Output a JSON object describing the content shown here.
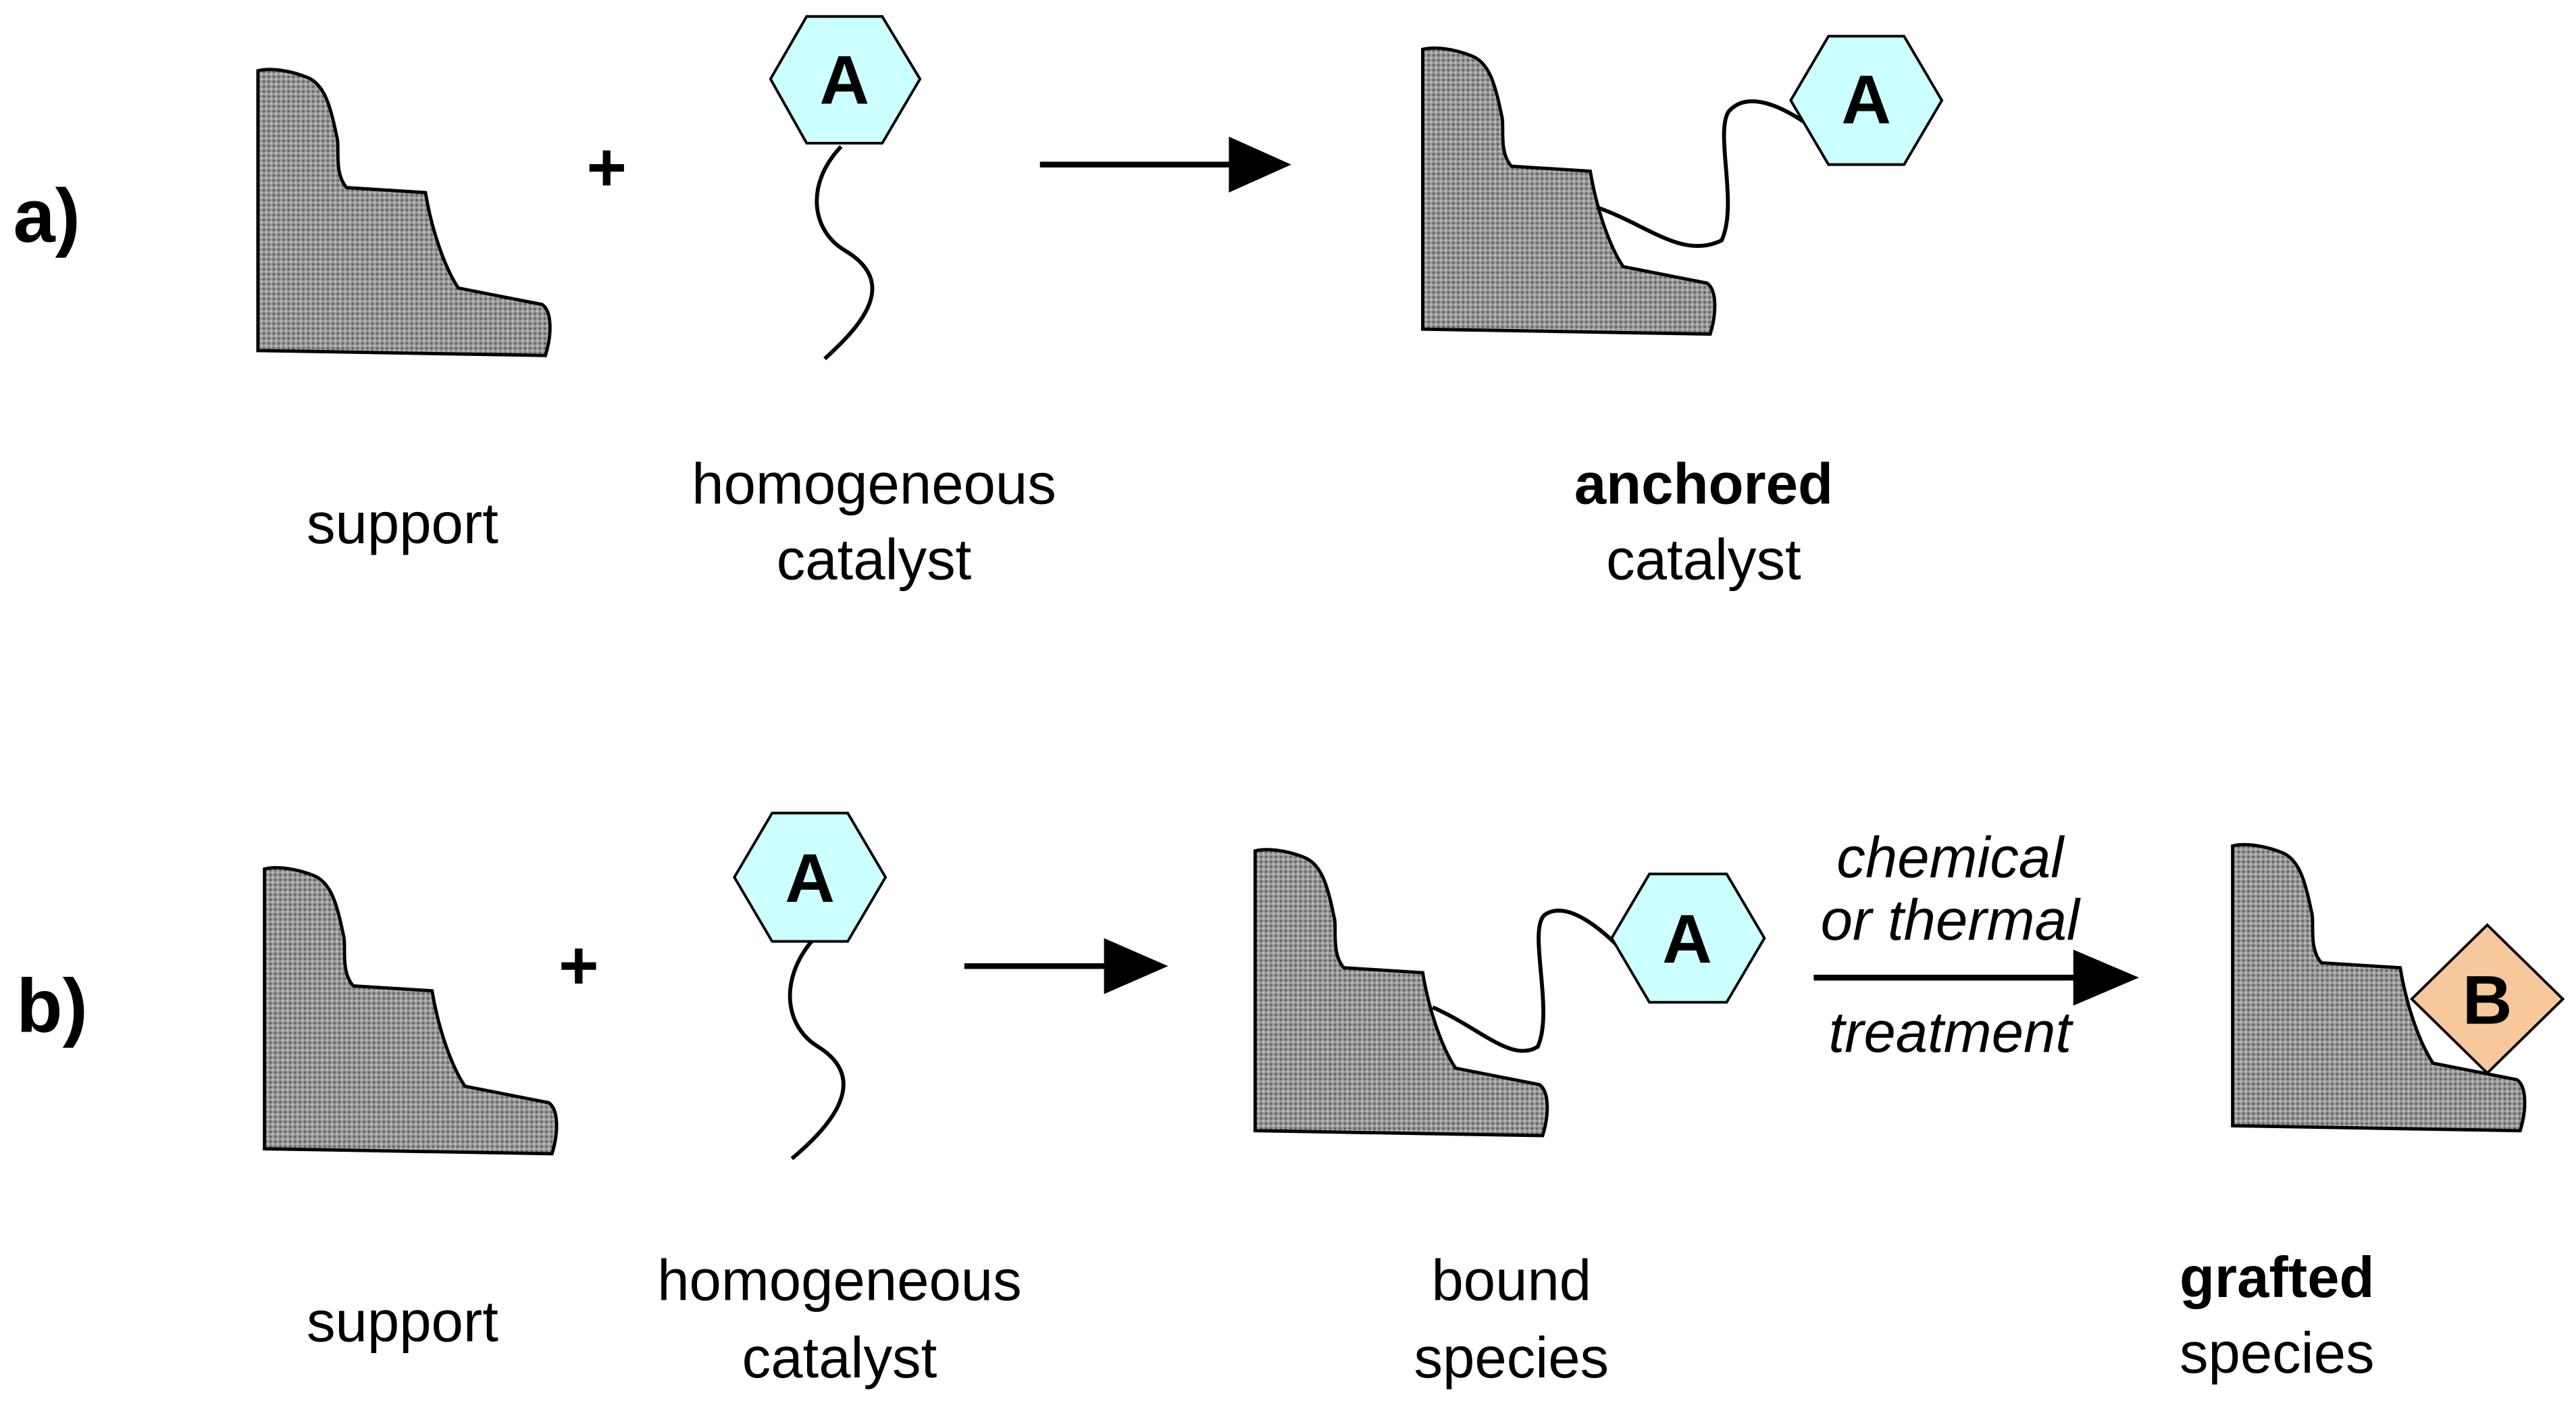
{
  "colors": {
    "support_fill": "#9a9a9a",
    "catalyst_A_fill": "#ccffff",
    "grafted_B_fill": "#f7c89b",
    "line": "#000000",
    "background": "#ffffff"
  },
  "icons": {
    "support": "stippled-support-surface",
    "catalyst_A": "hexagon",
    "grafted_B": "diamond",
    "reaction": "right-arrow"
  },
  "panel_a": {
    "label": "a)",
    "plus": "+",
    "node_A": "A",
    "product_node_A": "A",
    "support_label": "support",
    "catalyst_label_line1": "homogeneous",
    "catalyst_label_line2": "catalyst",
    "product_label_line1": "anchored",
    "product_label_line2": "catalyst"
  },
  "panel_b": {
    "label": "b)",
    "plus": "+",
    "node_A": "A",
    "bound_node_A": "A",
    "node_B": "B",
    "support_label": "support",
    "catalyst_label_line1": "homogeneous",
    "catalyst_label_line2": "catalyst",
    "bound_label_line1": "bound",
    "bound_label_line2": "species",
    "treatment_line1": "chemical",
    "treatment_line2": "or thermal",
    "treatment_line3": "treatment",
    "grafted_label_line1": "grafted",
    "grafted_label_line2": "species"
  }
}
